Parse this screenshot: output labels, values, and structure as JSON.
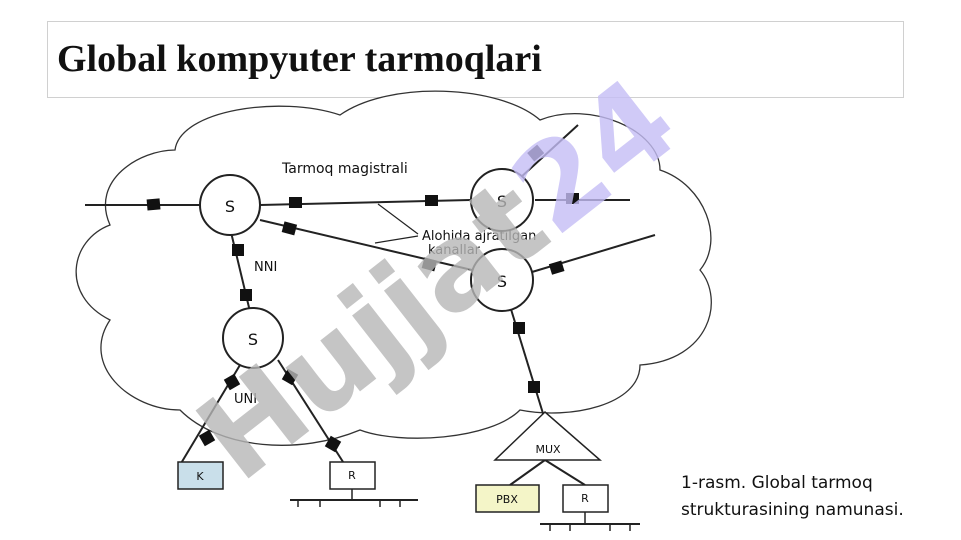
{
  "slide": {
    "title": "Global kompyuter tarmoqlari",
    "caption_line1": "1-rasm. Global tarmoq",
    "caption_line2": "strukturasining namunasi."
  },
  "diagram": {
    "backbone_label": "Tarmoq magistrali",
    "dedicated_label_line1": "Alohida ajratilgan",
    "dedicated_label_line2": "kanallar",
    "nni_label": "NNI",
    "uni_label": "UNI",
    "switch_label": "S",
    "mux_label": "MUX",
    "pbx_label": "PBX",
    "terminal_k_label": "K",
    "router_label": "R",
    "colors": {
      "pbx_fill": "#f4f5c8",
      "k_fill": "#c9dfea",
      "watermark": "#c2b8f2"
    }
  },
  "watermark": {
    "text": "Hujjat24",
    "color_hujjat": "#b7b7b7",
    "color_24": "#c4bdf5"
  }
}
